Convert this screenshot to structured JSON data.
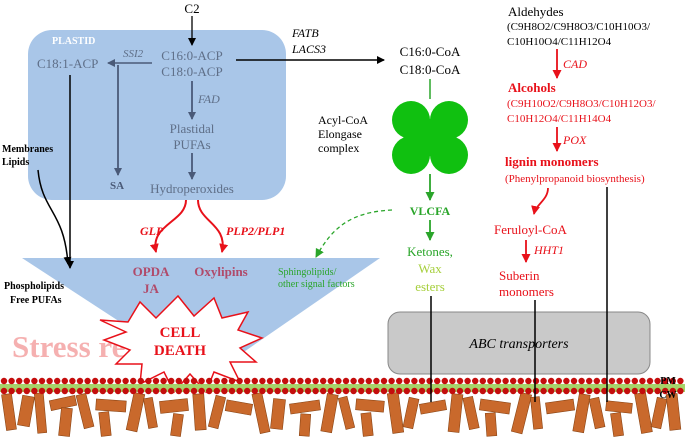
{
  "top_input": "C2",
  "plastid": {
    "title": "PLASTID",
    "c18_1": "C18:1-ACP",
    "ssi2": "SSI2",
    "c16_acp": "C16:0-ACP",
    "c18_acp": "C18:0-ACP",
    "fad": "FAD",
    "plastidal": "Plastidal",
    "pufas": "PUFAs",
    "sa": "SA",
    "hydroperoxides": "Hydroperoxides"
  },
  "fatb": "FATB",
  "lacs3": "LACS3",
  "c16_coa": "C16:0-CoA",
  "c18_coa": "C18:0-CoA",
  "elongase": [
    "Acyl-CoA",
    "Elongase",
    "complex"
  ],
  "vlcfa": "VLCFA",
  "ketones": "Ketones,",
  "wax": "Wax",
  "esters": "esters",
  "membranes": "Membranes",
  "lipids": "Lipids",
  "glp": "GLP",
  "plp": "PLP2/PLP1",
  "opda": "OPDA",
  "ja": "JA",
  "oxylipins": "Oxylipins",
  "sphingo1": "Sphingolipids/",
  "sphingo2": "other signal factors",
  "phospho": "Phospholipids",
  "free_pufas": "Free PUFAs",
  "stress": "Stress response",
  "cell": "CELL",
  "death": "DEATH",
  "aldehydes": "Aldehydes",
  "aldehyde_formulas": [
    "(C9H8O2/C9H8O3/C10H10O3/",
    "C10H10O4/C11H12O4"
  ],
  "cad": "CAD",
  "alcohols": "Alcohols",
  "alcohol_formulas": [
    "(C9H10O2/C9H8O3/C10H12O3/",
    "C10H12O4/C11H14O4"
  ],
  "pox": "POX",
  "lignin": "lignin monomers",
  "phenyl": "(Phenylpropanoid biosynthesis)",
  "feruloyl": "Feruloyl-CoA",
  "hht1": "HHT1",
  "suberin1": "Suberin",
  "suberin2": "monomers",
  "abc": "ABC transporters",
  "pm": "PM",
  "cw": "CW",
  "colors": {
    "plastid_fill": "#a9c6e8",
    "plastid_text": "#5f6f88",
    "red": "#e8111a",
    "oxylipin_text": "#b04a6a",
    "green": "#2aa52a",
    "light_green": "#a6cf3c",
    "stress_pink": "#f4a3a3",
    "membrane_bead": "#c40d0d",
    "membrane_band": "#a6d46a",
    "wall": "#c9692c",
    "abc_fill": "#c9c9c9"
  }
}
